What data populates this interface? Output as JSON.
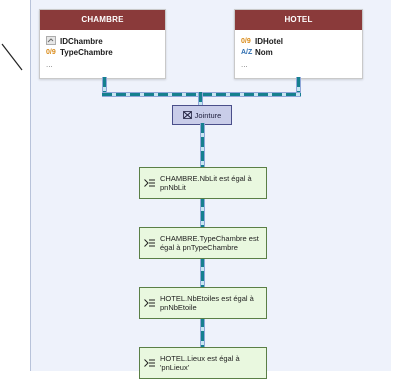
{
  "tables": [
    {
      "name": "CHAMBRE",
      "fields": [
        {
          "type": "key-icon",
          "label": "IDChambre"
        },
        {
          "type": "0/9",
          "label": "TypeChambre"
        }
      ],
      "more": "..."
    },
    {
      "name": "HOTEL",
      "fields": [
        {
          "type": "0/9",
          "label": "IDHotel"
        },
        {
          "type": "A/Z",
          "label": "Nom"
        }
      ],
      "more": "..."
    }
  ],
  "join": {
    "label": "Jointure",
    "icon": "join-icon"
  },
  "conditions": [
    {
      "text": "CHAMBRE.NbLit  est égal à pnNbLit"
    },
    {
      "text": "CHAMBRE.TypeChambre  est égal à pnTypeChambre"
    },
    {
      "text": "HOTEL.NbEtoiles  est égal à pnNbEtoile"
    },
    {
      "text": "HOTEL.Lieux  est égal à 'pnLieux'"
    }
  ],
  "colors": {
    "table_header": "#8a3a3a",
    "join_fill": "#c9cde9",
    "condition_fill": "#e9f8df",
    "pipe": "#15808f"
  }
}
